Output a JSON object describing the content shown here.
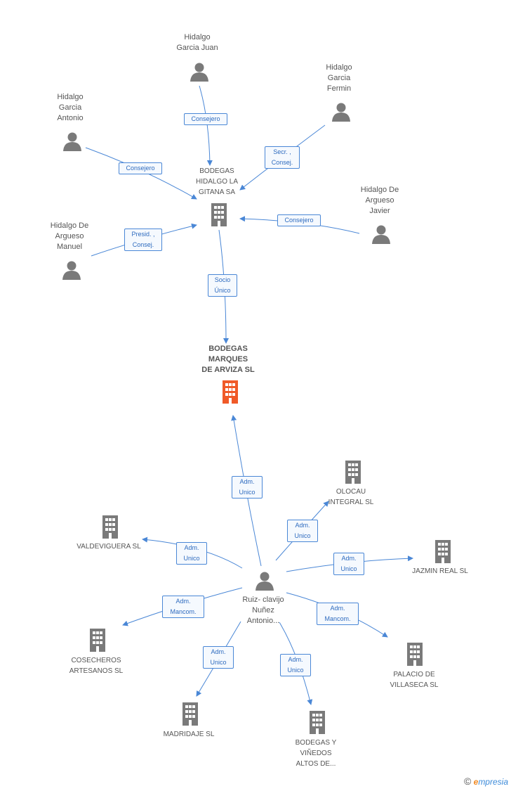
{
  "focus": {
    "label": "BODEGAS\nMARQUES\nDE ARVIZA SL"
  },
  "persons": [
    {
      "id": "p1",
      "label": "Hidalgo\nGarcia Juan"
    },
    {
      "id": "p2",
      "label": "Hidalgo\nGarcia\nFermin"
    },
    {
      "id": "p3",
      "label": "Hidalgo\nGarcia\nAntonio"
    },
    {
      "id": "p4",
      "label": "Hidalgo De\nArgueso\nJavier"
    },
    {
      "id": "p5",
      "label": "Hidalgo De\nArgueso\nManuel"
    },
    {
      "id": "p6",
      "label": "Ruiz- clavijo\nNuñez\nAntonio..."
    }
  ],
  "companies": [
    {
      "id": "c1",
      "label": "BODEGAS\nHIDALGO LA\nGITANA SA"
    },
    {
      "id": "c2",
      "label": "OLOCAU\nINTEGRAL SL"
    },
    {
      "id": "c3",
      "label": "VALDEVIGUERA SL"
    },
    {
      "id": "c4",
      "label": "JAZMIN REAL SL"
    },
    {
      "id": "c5",
      "label": "COSECHEROS\nARTESANOS SL"
    },
    {
      "id": "c6",
      "label": "PALACIO DE\nVILLASECA SL"
    },
    {
      "id": "c7",
      "label": "MADRIDAJE SL"
    },
    {
      "id": "c8",
      "label": "BODEGAS Y\nVIÑEDOS\nALTOS DE..."
    }
  ],
  "edges": [
    {
      "id": "e1",
      "label": "Consejero"
    },
    {
      "id": "e2",
      "label": "Secr. ,\nConsej."
    },
    {
      "id": "e3",
      "label": "Consejero"
    },
    {
      "id": "e4",
      "label": "Consejero"
    },
    {
      "id": "e5",
      "label": "Presid. ,\nConsej."
    },
    {
      "id": "e6",
      "label": "Socio\nÚnico"
    },
    {
      "id": "e7",
      "label": "Adm.\nUnico"
    },
    {
      "id": "e8",
      "label": "Adm.\nUnico"
    },
    {
      "id": "e9",
      "label": "Adm.\nUnico"
    },
    {
      "id": "e10",
      "label": "Adm.\nUnico"
    },
    {
      "id": "e11",
      "label": "Adm.\nMancom."
    },
    {
      "id": "e12",
      "label": "Adm.\nMancom."
    },
    {
      "id": "e13",
      "label": "Adm.\nUnico"
    },
    {
      "id": "e14",
      "label": "Adm.\nUnico"
    }
  ],
  "colors": {
    "edge": "#4a87d6",
    "icon": "#7a7a7a",
    "focus": "#f05a28"
  },
  "brand": {
    "copyright": "©",
    "name_e": "e",
    "name_rest": "mpresia"
  }
}
